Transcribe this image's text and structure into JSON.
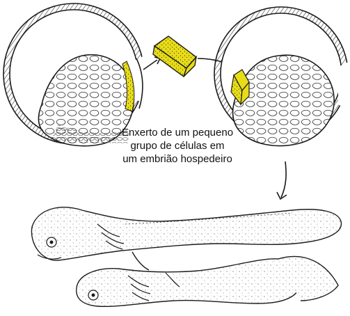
{
  "caption": {
    "line1": "Enxerto de um pequeno",
    "line2": "grupo de células em",
    "line3": "um embrião hospedeiro"
  },
  "colors": {
    "graft": "#e8dc16",
    "outline": "#1a1a1a",
    "background": "#ffffff"
  },
  "icons": [
    "arrow",
    "grafted-cell-block"
  ]
}
